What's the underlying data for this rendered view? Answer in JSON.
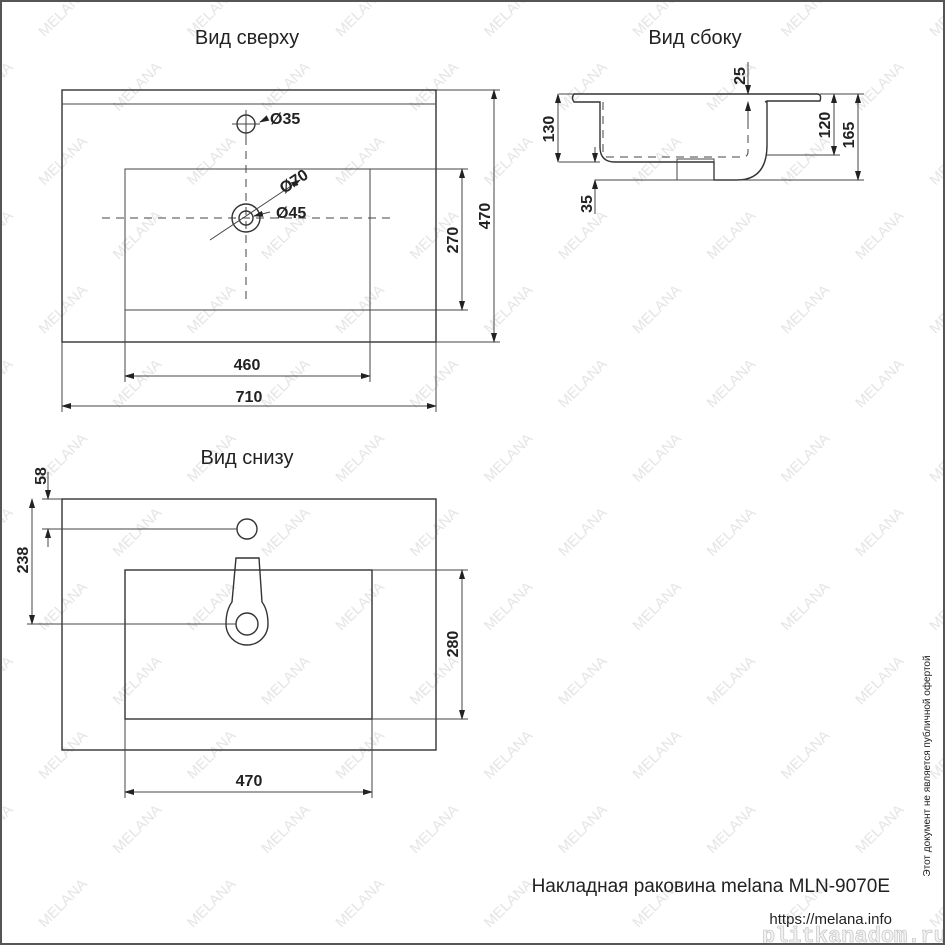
{
  "watermark": "MELANA",
  "corner_watermark": "plitkanadom.ru",
  "views": {
    "top": {
      "title": "Вид сверху",
      "tap_hole": "Ø35",
      "drain_outer": "Ø70",
      "drain_inner": "Ø45",
      "bowl_width": "460",
      "total_width": "710",
      "bowl_depth": "270",
      "total_depth": "470"
    },
    "side": {
      "title": "Вид сбоку",
      "rim": "25",
      "bowl_height": "130",
      "inner_height": "120",
      "total_height": "165",
      "drain_length": "35"
    },
    "bottom": {
      "title": "Вид снизу",
      "hole_offset": "58",
      "drain_offset": "238",
      "bowl_depth": "280",
      "bowl_width": "470"
    }
  },
  "footer": {
    "product": "Накладная раковина melana MLN-9070E",
    "url": "https://melana.info",
    "disclaimer": "Этот документ не является публичной офертой"
  }
}
